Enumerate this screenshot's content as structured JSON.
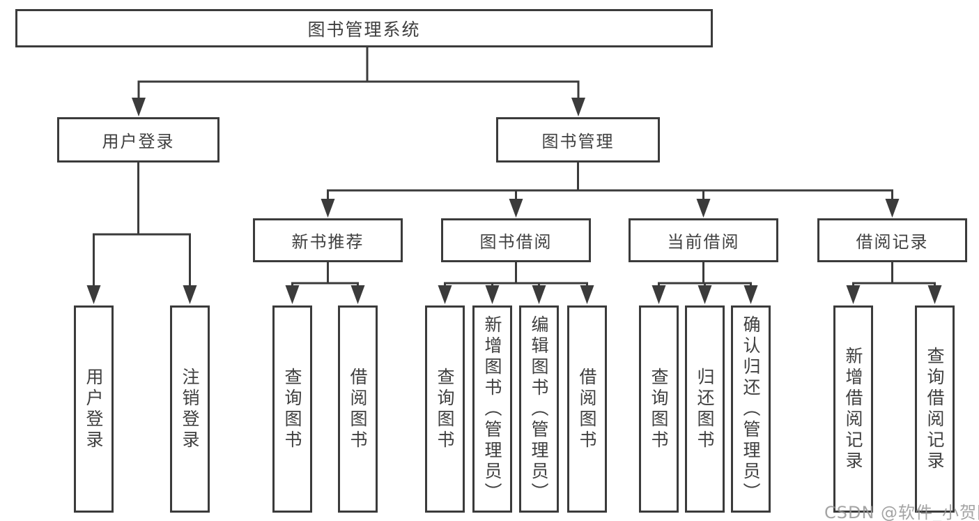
{
  "diagram": {
    "watermark": "CSDN @软件_小贺同学",
    "root": {
      "label": "图书管理系统",
      "children": [
        {
          "label": "用户登录",
          "children": [
            {
              "label": "用户登录"
            },
            {
              "label": "注销登录"
            }
          ]
        },
        {
          "label": "图书管理",
          "children": [
            {
              "label": "新书推荐",
              "children": [
                {
                  "label": "查询图书"
                },
                {
                  "label": "借阅图书"
                }
              ]
            },
            {
              "label": "图书借阅",
              "children": [
                {
                  "label": "查询图书"
                },
                {
                  "label": "新增图书（管理员）"
                },
                {
                  "label": "编辑图书（管理员）"
                },
                {
                  "label": "借阅图书"
                }
              ]
            },
            {
              "label": "当前借阅",
              "children": [
                {
                  "label": "查询图书"
                },
                {
                  "label": "归还图书"
                },
                {
                  "label": "确认归还（管理员）"
                }
              ]
            },
            {
              "label": "借阅记录",
              "children": [
                {
                  "label": "新增借阅记录"
                },
                {
                  "label": "查询借阅记录"
                }
              ]
            }
          ]
        }
      ]
    }
  }
}
